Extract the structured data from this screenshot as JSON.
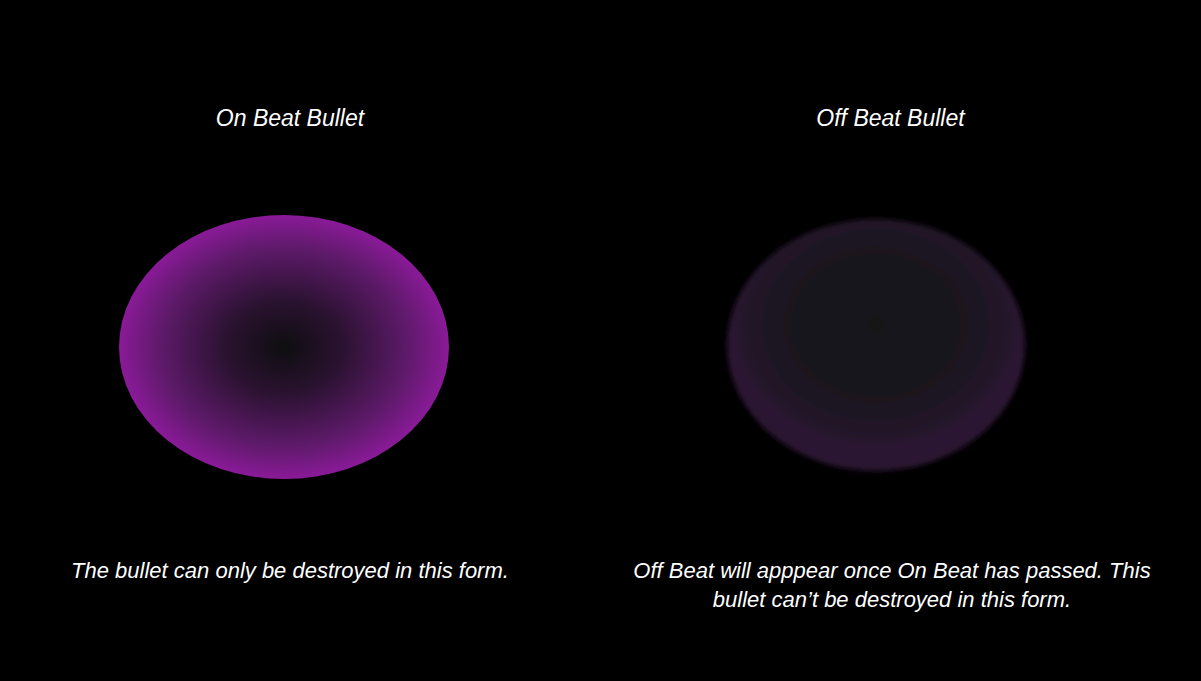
{
  "diagram": {
    "nodes": [
      {
        "text": [
          "On Beat Bullet",
          "The bullet can only be destroyed in this form."
        ]
      },
      {
        "text": [
          "Off Beat Bullet",
          "Off Beat will apppear once On Beat has passed. This bullet can’t be destroyed in this form."
        ]
      }
    ]
  }
}
